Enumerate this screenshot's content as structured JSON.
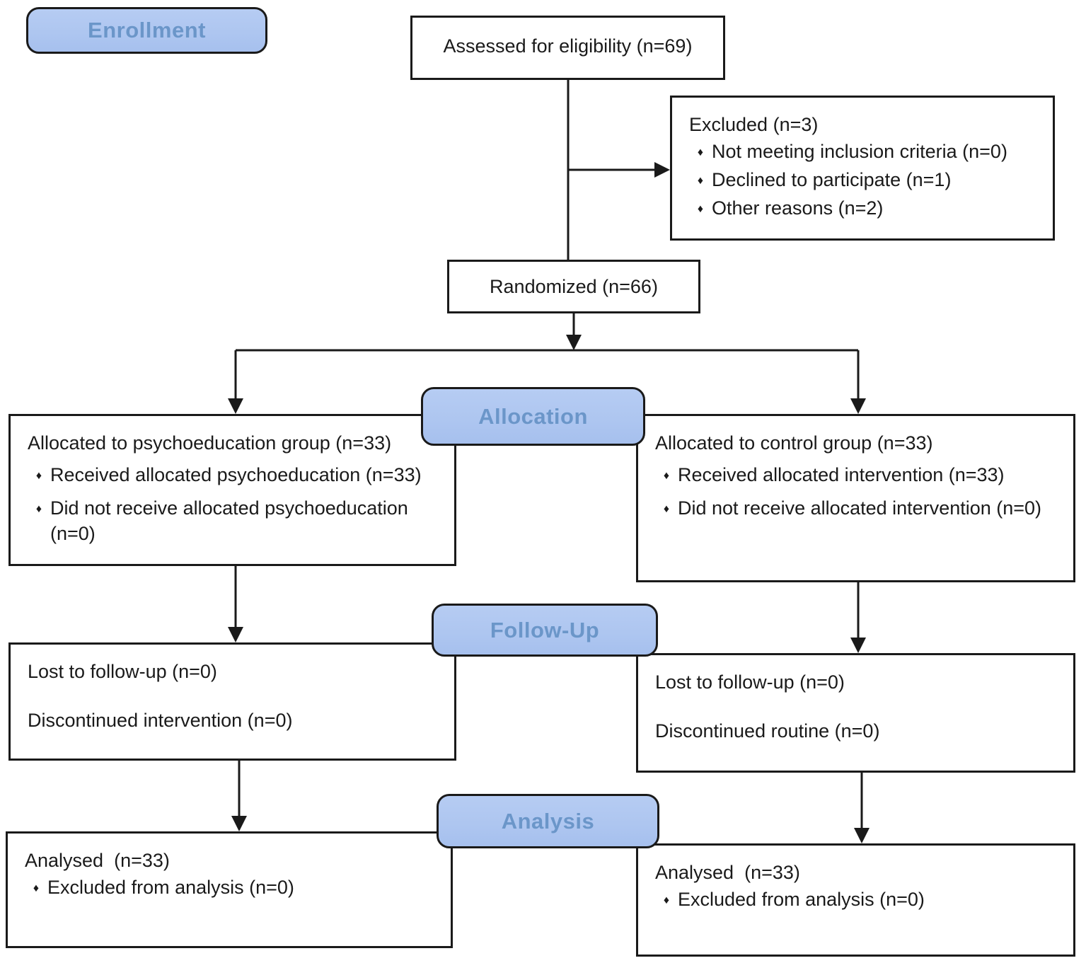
{
  "stage_labels": {
    "enrollment": "Enrollment",
    "allocation": "Allocation",
    "follow_up": "Follow-Up",
    "analysis": "Analysis"
  },
  "bullet_icon": "♦",
  "boxes": {
    "assessed": {
      "text": "Assessed for eligibility (n=69)"
    },
    "excluded": {
      "title": "Excluded (n=3)",
      "bullets": [
        "Not meeting inclusion criteria (n=0)",
        "Declined to participate (n=1)",
        "Other reasons (n=2)"
      ]
    },
    "randomized": {
      "text": "Randomized (n=66)"
    },
    "allocation_left": {
      "title": "Allocated to psychoeducation group (n=33)",
      "bullets": [
        "Received allocated psychoeducation (n=33)",
        "Did not receive allocated psychoeducation (n=0)"
      ]
    },
    "allocation_right": {
      "title": "Allocated to control group (n=33)",
      "bullets": [
        "Received allocated intervention (n=33)",
        "Did not receive allocated intervention (n=0)"
      ]
    },
    "follow_up_left": {
      "lines": [
        "Lost to follow-up (n=0)",
        "Discontinued intervention (n=0)"
      ]
    },
    "follow_up_right": {
      "lines": [
        "Lost to follow-up (n=0)",
        "Discontinued routine (n=0)"
      ]
    },
    "analysis_left": {
      "title": "Analysed  (n=33)",
      "bullets": [
        "Excluded from analysis (n=0)"
      ]
    },
    "analysis_right": {
      "title": "Analysed  (n=33)",
      "bullets": [
        "Excluded from analysis (n=0)"
      ]
    }
  },
  "colors": {
    "stage_fill": "#aec6f0",
    "stage_text": "#6b96c9",
    "box_border": "#1a1a1a",
    "body_text": "#1a1a1a",
    "background": "#ffffff"
  }
}
